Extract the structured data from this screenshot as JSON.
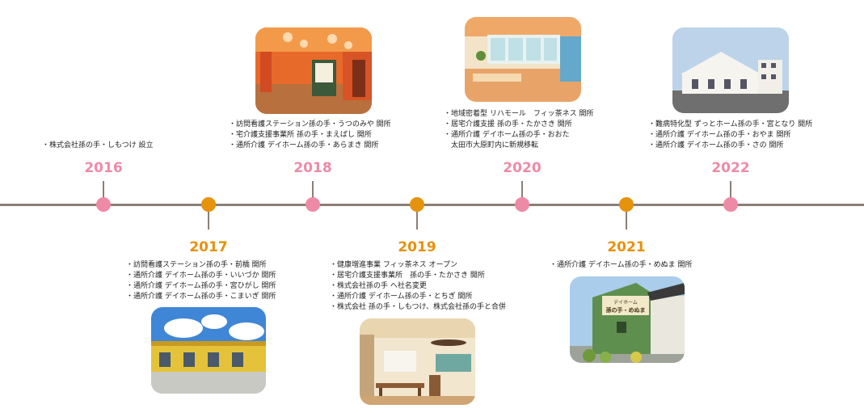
{
  "timeline": [
    {
      "year": "2016",
      "color": "#ee8aa6",
      "events": [
        "・株式会社孫の手・しもつけ 設立"
      ]
    },
    {
      "year": "2017",
      "color": "#e5920c",
      "events": [
        "・訪問看護ステーション孫の手・前橋 開所",
        "・通所介護 デイホーム孫の手・いいづか 開所",
        "・通所介護 デイホーム孫の手・宮ひがし 開所",
        "・通所介護 デイホーム孫の手・こまいぎ 開所"
      ]
    },
    {
      "year": "2018",
      "color": "#ee8aa6",
      "events": [
        "・訪問看護ステーション孫の手・うつのみや 開所",
        "・宅介護支援事業所 孫の手・まえばし 開所",
        "・通所介護 デイホーム孫の手・あらまき 開所"
      ]
    },
    {
      "year": "2019",
      "color": "#e5920c",
      "events": [
        "・健康増進事業 フィッ茶ネス オープン",
        "・居宅介護支援事業所　孫の手・たかさき 開所",
        "・株式会社孫の手 へ社名変更",
        "・通所介護 デイホーム孫の手・とちぎ 開所",
        "・株式会社 孫の手・しもつけ、株式会社孫の手と合併"
      ]
    },
    {
      "year": "2020",
      "color": "#ee8aa6",
      "events": [
        "・地域密着型 リハモール　フィッ茶ネス 開所",
        "・居宅介護支援 孫の手・たかさき 開所",
        "・通所介護 デイホーム孫の手・おおた",
        "　太田市大原町内に新規移転"
      ]
    },
    {
      "year": "2021",
      "color": "#e5920c",
      "events": [
        "・通所介護 デイホーム孫の手・めぬま 開所"
      ]
    },
    {
      "year": "2022",
      "color": "#ee8aa6",
      "events": [
        "・難病特化型 ずっとホーム孫の手・宮となり 開所",
        "・通所介護 デイホーム孫の手・おやま 開所",
        "・通所介護 デイホーム孫の手・さの 開所"
      ]
    }
  ],
  "photos": {
    "2021_sign": [
      "デイホーム",
      "孫の手・めぬま"
    ]
  }
}
